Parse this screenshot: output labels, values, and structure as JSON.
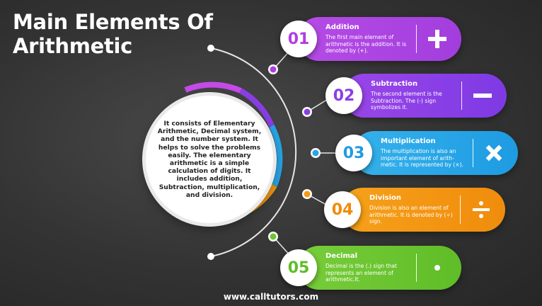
{
  "title": {
    "line1": "Main Elements Of",
    "line2": "Arithmetic"
  },
  "center_text": "It consists of Elementary Arithmetic, Decimal system, and the number system. It helps to solve the problems easily. The elementary arithmetic is a simple calculation of digits. It includes addition, Subtraction, multiplication, and division.",
  "steps": [
    {
      "number": "01",
      "title": "Addition",
      "description": "The first main element of arithmetic is the addition. It is denoted by (+).",
      "icon": "plus-icon",
      "color": "#b03ee0"
    },
    {
      "number": "02",
      "title": "Subtraction",
      "description": "The second element is the Subtraction. The (-) sign symbolizes it.",
      "icon": "minus-icon",
      "color": "#8b3ee6"
    },
    {
      "number": "03",
      "title": "Multiplication",
      "description": "The multiplication is also an important element of arith-metic. It is represented by (×).",
      "icon": "times-icon",
      "color": "#27a6e8"
    },
    {
      "number": "04",
      "title": "Division",
      "description": "Division is also an element of arithmetic. It is denoted by (÷) sign.",
      "icon": "divide-icon",
      "color": "#f39a12"
    },
    {
      "number": "05",
      "title": "Decimal",
      "description": "Decimal is the (.) sign that represents an element of arithmetic.It.",
      "icon": "dot-icon",
      "color": "#6cc630"
    }
  ],
  "footer": "www.calltutors.com"
}
